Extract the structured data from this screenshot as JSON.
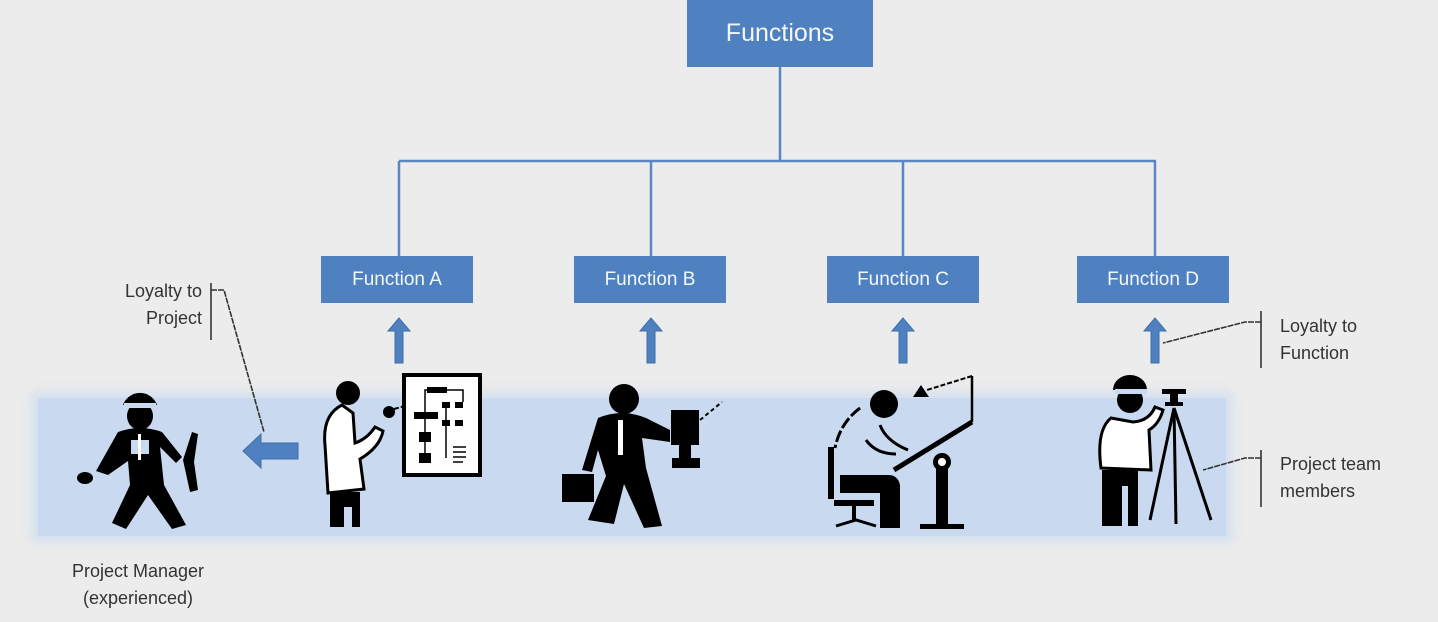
{
  "colors": {
    "box_fill": "#4f81c0",
    "connector": "#5a86c2",
    "band": "#c9daf0",
    "background": "#ececec",
    "figure": "#000000"
  },
  "root": {
    "label": "Functions"
  },
  "functions": [
    {
      "label": "Function A",
      "member_icon": "presenter-icon"
    },
    {
      "label": "Function B",
      "member_icon": "businessman-running-icon"
    },
    {
      "label": "Function C",
      "member_icon": "drafter-icon"
    },
    {
      "label": "Function D",
      "member_icon": "surveyor-icon"
    }
  ],
  "project_manager": {
    "line1": "Project Manager",
    "line2": "(experienced)",
    "icon": "project-manager-walking-icon"
  },
  "annotations": {
    "loyalty_project": {
      "line1": "Loyalty to",
      "line2": "Project"
    },
    "loyalty_function": {
      "line1": "Loyalty to",
      "line2": "Function"
    },
    "team_members": {
      "line1": "Project team",
      "line2": "members"
    }
  }
}
